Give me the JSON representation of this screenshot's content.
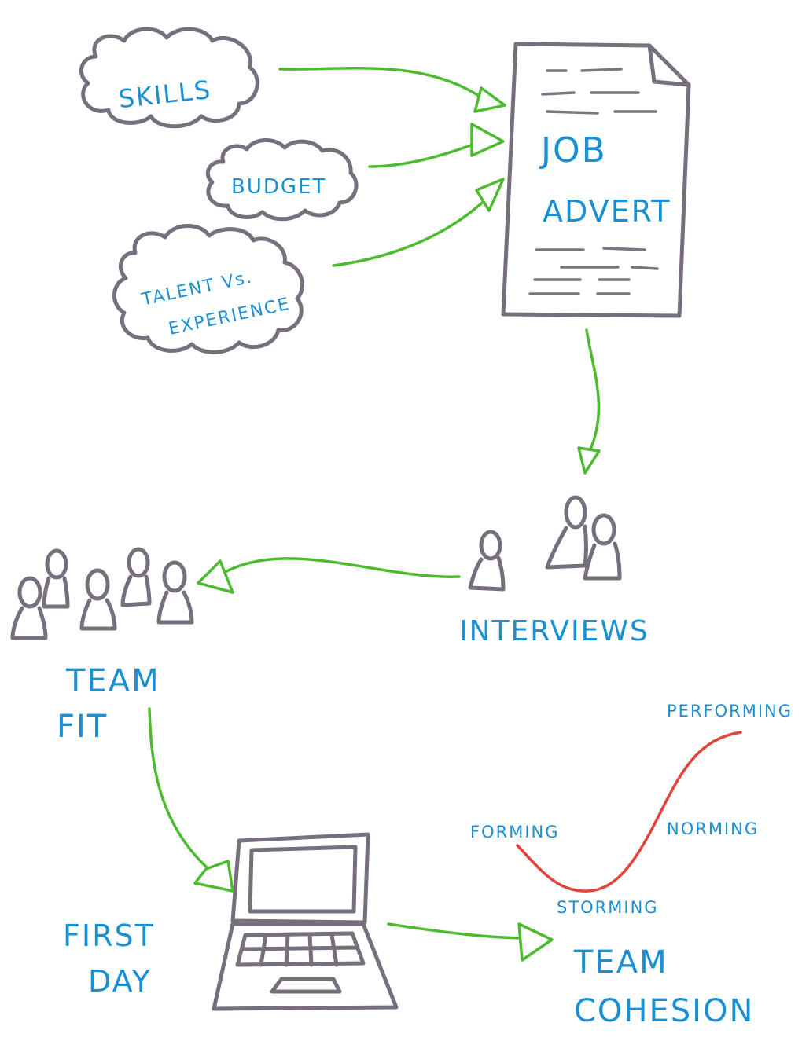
{
  "colors": {
    "label": "#1a8fd1",
    "outline": "#77707c",
    "arrow": "#4cbb2f",
    "curve": "#e0443a"
  },
  "inputs": {
    "skills": "SKILLS",
    "budget": "BUDGET",
    "talent_line1": "TALENT Vs.",
    "talent_line2": "EXPERIENCE"
  },
  "job_advert": {
    "line1": "JOB",
    "line2": "ADVERT"
  },
  "interviews": "INTERVIEWS",
  "team_fit": {
    "line1": "TEAM",
    "line2": "FIT"
  },
  "first_day": {
    "line1": "FIRST",
    "line2": "DAY"
  },
  "team_cohesion": {
    "line1": "TEAM",
    "line2": "COHESION"
  },
  "stages": {
    "forming": "FORMING",
    "storming": "STORMING",
    "norming": "NORMING",
    "performing": "PERFORMING"
  },
  "icons": [
    "cloud-icon",
    "document-icon",
    "person-icon",
    "laptop-icon",
    "arrow-icon"
  ]
}
